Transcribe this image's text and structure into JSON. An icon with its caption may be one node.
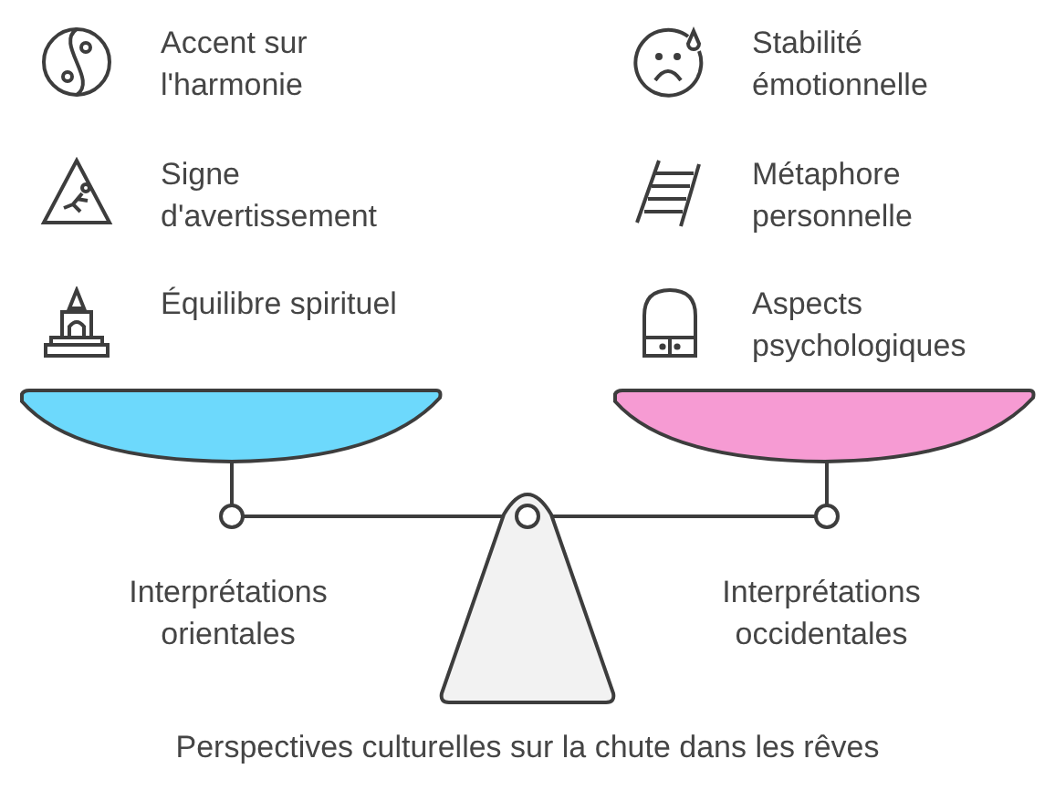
{
  "diagram": {
    "caption": "Perspectives culturelles sur la chute dans les rêves",
    "labels": [
      "Accent sur l'harmonie",
      "Stabilité émotionnelle",
      "Signe d'avertissement",
      "Métaphore personnelle",
      "Équilibre spirituel",
      "Aspects psychologiques",
      "Interprétations orientales",
      "Interprétations occidentales"
    ]
  }
}
